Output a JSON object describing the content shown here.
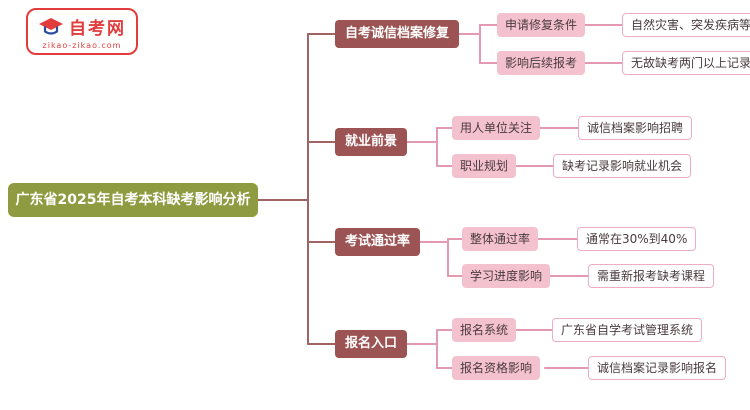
{
  "logo": {
    "title": "自考网",
    "domain": "zikao-zikao.com"
  },
  "root": {
    "label": "广东省2025年自考本科缺考影响分析"
  },
  "branches": [
    {
      "label": "自考诚信档案修复",
      "children": [
        {
          "label": "申请修复条件",
          "leaf": "自然灾害、突发疾病等"
        },
        {
          "label": "影响后续报考",
          "leaf": "无故缺考两门以上记录"
        }
      ]
    },
    {
      "label": "就业前景",
      "children": [
        {
          "label": "用人单位关注",
          "leaf": "诚信档案影响招聘"
        },
        {
          "label": "职业规划",
          "leaf": "缺考记录影响就业机会"
        }
      ]
    },
    {
      "label": "考试通过率",
      "children": [
        {
          "label": "整体通过率",
          "leaf": "通常在30%到40%"
        },
        {
          "label": "学习进度影响",
          "leaf": "需重新报考缺考课程"
        }
      ]
    },
    {
      "label": "报名入口",
      "children": [
        {
          "label": "报名系统",
          "leaf": "广东省自学考试管理系统"
        },
        {
          "label": "报名资格影响",
          "leaf": "诚信档案记录影响报名"
        }
      ]
    }
  ],
  "colors": {
    "root_bg": "#8e9b40",
    "branch_bg": "#9c5353",
    "child_bg": "#f4c2ce",
    "leaf_border": "#efadc0",
    "line_main": "#a06464",
    "line_sub": "#e39ab0",
    "logo_red": "#e23c3c"
  }
}
